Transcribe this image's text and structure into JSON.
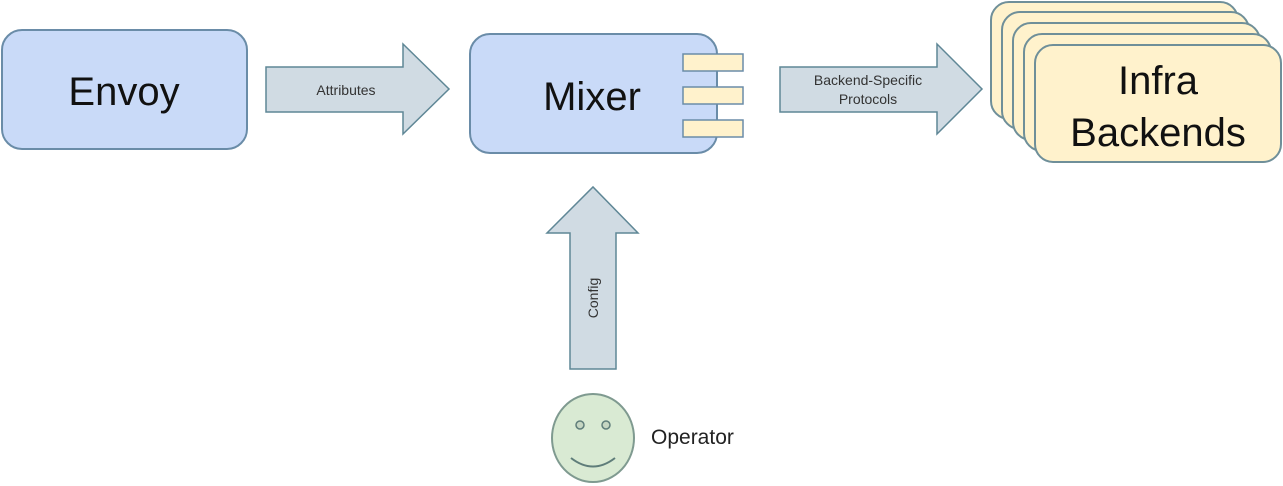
{
  "diagram": {
    "nodes": {
      "envoy": {
        "label": "Envoy"
      },
      "mixer": {
        "label": "Mixer"
      },
      "backends": {
        "line1": "Infra",
        "line2": "Backends"
      },
      "operator": {
        "label": "Operator"
      }
    },
    "arrows": {
      "attributes": {
        "label": "Attributes"
      },
      "protocols": {
        "line1": "Backend-Specific",
        "line2": "Protocols"
      },
      "config": {
        "label": "Config"
      }
    },
    "colors": {
      "blue_fill": "#c9daf8",
      "blue_stroke": "#6a8ca8",
      "yellow_fill": "#fff2cc",
      "arrow_fill": "#d0dbe3",
      "arrow_stroke": "#5f8796",
      "face_fill": "#d9ead3"
    }
  }
}
